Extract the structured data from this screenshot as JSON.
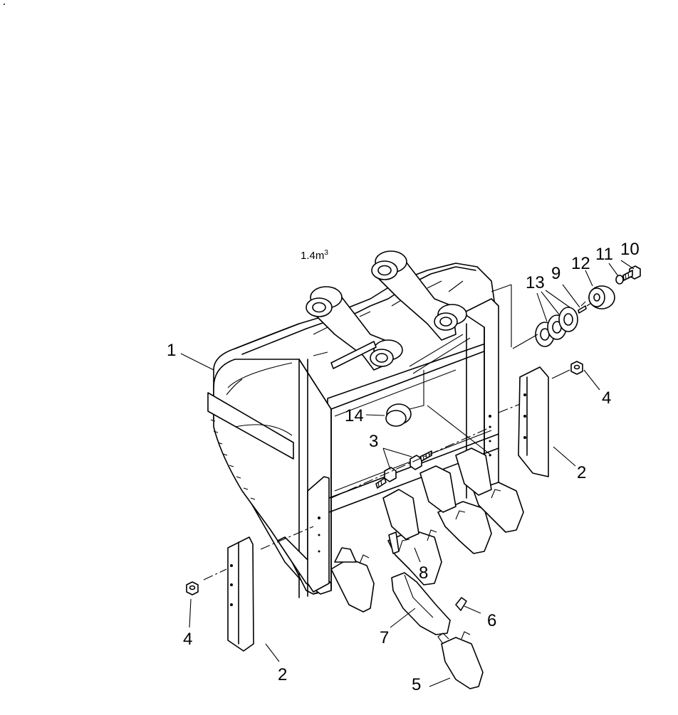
{
  "capacity_label": "1.4m",
  "capacity_superscript": "3",
  "callouts": {
    "c1": "1",
    "c2a": "2",
    "c2b": "2",
    "c3": "3",
    "c4a": "4",
    "c4b": "4",
    "c5": "5",
    "c6": "6",
    "c7": "7",
    "c8": "8",
    "c9": "9",
    "c10": "10",
    "c11": "11",
    "c12": "12",
    "c13": "13",
    "c14": "14"
  }
}
